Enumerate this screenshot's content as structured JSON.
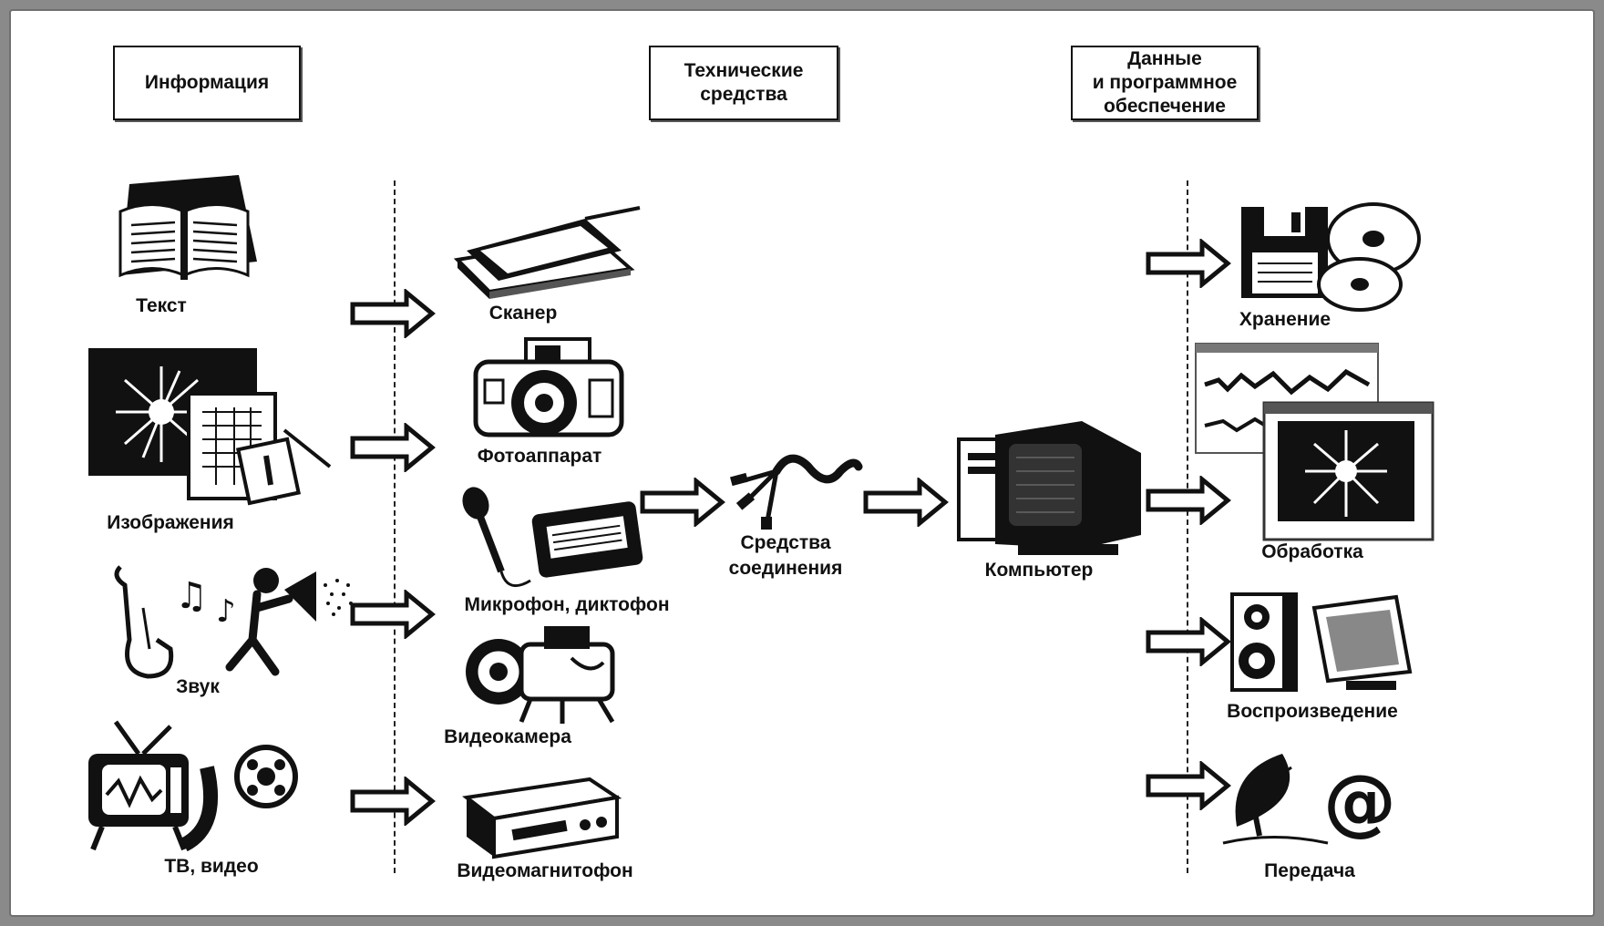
{
  "headers": {
    "information": "Информация",
    "hardware": "Технические\nсредства",
    "data_software": "Данные\nи программное\nобеспечение"
  },
  "sources": {
    "text": "Текст",
    "images": "Изображения",
    "sound": "Звук",
    "tv_video": "ТВ, видео"
  },
  "devices": {
    "scanner": "Сканер",
    "camera": "Фотоаппарат",
    "mic_recorder": "Микрофон, диктофон",
    "videocamera": "Видеокамера",
    "vcr": "Видеомагнитофон"
  },
  "connection": "Средства\nсоединения",
  "computer": "Компьютер",
  "outputs": {
    "storage": "Хранение",
    "processing": "Обработка",
    "playback": "Воспроизведение",
    "transmission": "Передача"
  }
}
